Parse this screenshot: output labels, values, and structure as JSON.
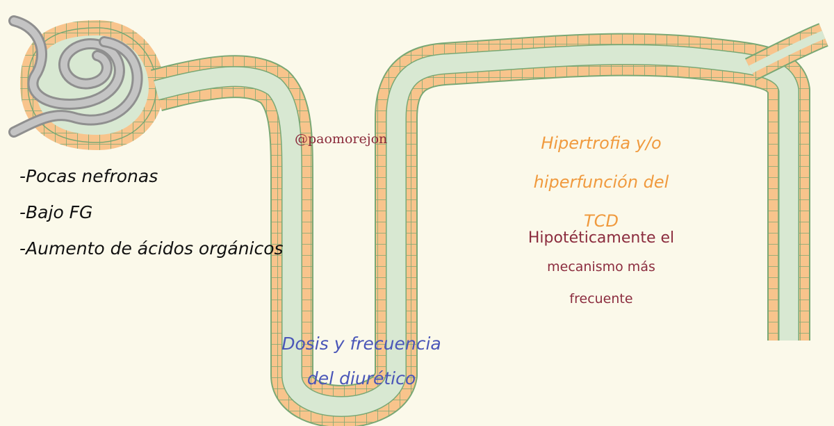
{
  "watermark": "@paomorejon",
  "left_list": [
    "-Pocas nefronas",
    "-Bajo FG",
    "-Aumento de ácidos orgánicos"
  ],
  "tcd_hypertrophy": {
    "lines": [
      "Hipertrofia y/o",
      "hiperfunción del",
      "TCD"
    ],
    "color": "#f09a3e"
  },
  "mechanism_note": {
    "lines": [
      "Hipotéticamente el",
      "mecanismo más",
      "frecuente"
    ],
    "color": "#8b2c3e"
  },
  "diuretic_note": {
    "lines": [
      "Dosis y frecuencia",
      "del diurético"
    ],
    "color": "#4a56b8"
  },
  "colors": {
    "background": "#fbf9ea",
    "cell": "#f8c48c",
    "lumen": "#d8e8d2",
    "cell_border": "#7aa874",
    "glomerulus": "#a8a8a8"
  }
}
